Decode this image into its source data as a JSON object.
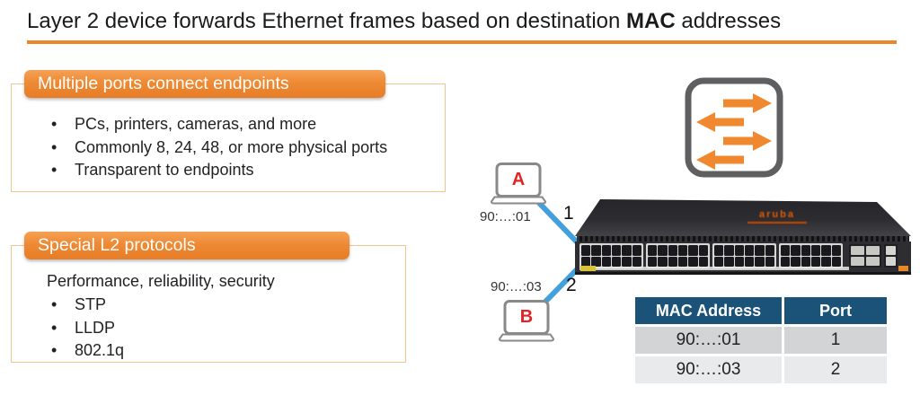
{
  "title": {
    "pre": "Layer 2 device forwards Ethernet frames based on destination ",
    "emphasis": "MAC",
    "post": " addresses"
  },
  "panels": [
    {
      "header": "Multiple ports connect endpoints",
      "bullets": [
        "PCs, printers, cameras, and more",
        "Commonly 8, 24, 48, or more physical ports",
        "Transparent to endpoints"
      ]
    },
    {
      "header": "Special L2 protocols",
      "intro": "Performance, reliability, security",
      "bullets": [
        "STP",
        "LLDP",
        "802.1q"
      ]
    }
  ],
  "diagram": {
    "switch_icon": "l2-switch-forwarding-arrows",
    "switch_brand": "aruba",
    "endpoints": [
      {
        "name": "A",
        "mac": "90:…:01",
        "port": "1"
      },
      {
        "name": "B",
        "mac": "90:…:03",
        "port": "2"
      }
    ]
  },
  "mac_table": {
    "headers": [
      "MAC Address",
      "Port"
    ],
    "rows": [
      {
        "mac": "90:…:01",
        "port": "1"
      },
      {
        "mac": "90:…:03",
        "port": "2"
      }
    ]
  },
  "colors": {
    "accent_orange": "#EE8A34",
    "title_underline": "#E8882B",
    "table_header_blue": "#1A5278",
    "cable_blue": "#43A0DC",
    "endpoint_letter_red": "#E02424"
  }
}
